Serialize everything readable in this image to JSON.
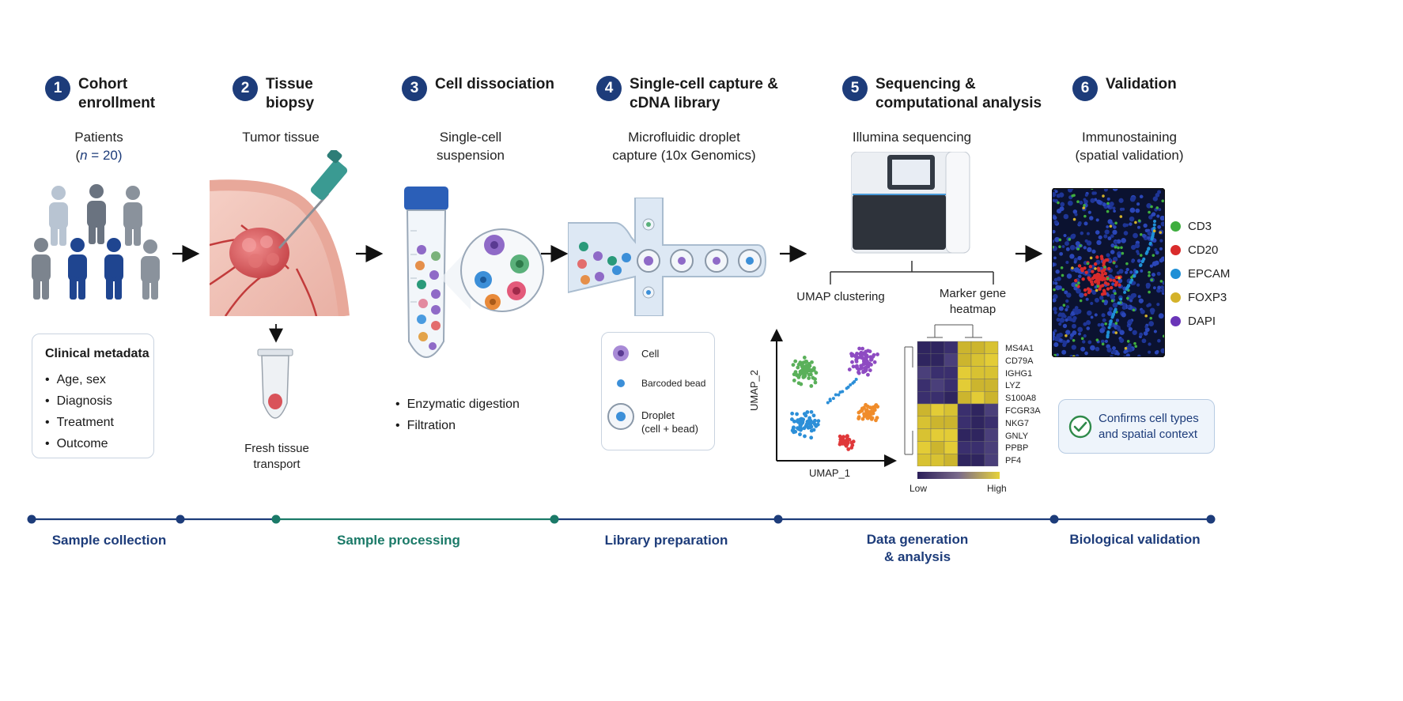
{
  "steps": [
    {
      "number": "1",
      "title_line1": "Cohort",
      "title_line2": "enrollment"
    },
    {
      "number": "2",
      "title_line1": "Tissue",
      "title_line2": "biopsy"
    },
    {
      "number": "3",
      "title_line1": "Cell dissociation",
      "title_line2": ""
    },
    {
      "number": "4",
      "title_line1": "Single-cell capture &",
      "title_line2": "cDNA library"
    },
    {
      "number": "5",
      "title_line1": "Sequencing &",
      "title_line2": "computational analysis"
    },
    {
      "number": "6",
      "title_line1": "Validation",
      "title_line2": ""
    }
  ],
  "step1": {
    "subtitle": "Patients",
    "n_symbol": "n",
    "n_value": " = 20",
    "metadata_title": "Clinical metadata",
    "metadata_items": [
      "Age, sex",
      "Diagnosis",
      "Treatment",
      "Outcome"
    ]
  },
  "step2": {
    "subtitle": "Tumor tissue",
    "transport_line1": "Fresh tissue",
    "transport_line2": "transport"
  },
  "step3": {
    "subtitle_line1": "Single-cell",
    "subtitle_line2": "suspension",
    "bullets": [
      "Enzymatic digestion",
      "Filtration"
    ]
  },
  "step4": {
    "subtitle_line1": "Microfluidic droplet",
    "subtitle_line2": "capture (10x Genomics)",
    "legend": {
      "cell": "Cell",
      "bead": "Barcoded bead",
      "droplet_line1": "Droplet",
      "droplet_line2": "(cell + bead)"
    }
  },
  "step5": {
    "subtitle": "Illumina sequencing",
    "umap_label": "UMAP clustering",
    "heatmap_label_line1": "Marker gene",
    "heatmap_label_line2": "heatmap",
    "umap_x": "UMAP_1",
    "umap_y": "UMAP_2",
    "genes": [
      "MS4A1",
      "CD79A",
      "IGHG1",
      "LYZ",
      "S100A8",
      "FCGR3A",
      "NKG7",
      "GNLY",
      "PPBP",
      "PF4"
    ],
    "scale_low": "Low",
    "scale_high": "High"
  },
  "step6": {
    "subtitle_line1": "Immunostaining",
    "subtitle_line2": "(spatial validation)",
    "markers": [
      {
        "name": "CD3",
        "color": "#3fae3f"
      },
      {
        "name": "CD20",
        "color": "#d92b2b"
      },
      {
        "name": "EPCAM",
        "color": "#1f8fd6"
      },
      {
        "name": "FOXP3",
        "color": "#d4b22a"
      },
      {
        "name": "DAPI",
        "color": "#6a35b8"
      }
    ],
    "confirm_line1": "Confirms cell types",
    "confirm_line2": "and spatial context"
  },
  "phases": [
    {
      "label": "Sample collection",
      "label2": "",
      "color": "#1d3c7a"
    },
    {
      "label": "Sample processing",
      "label2": "",
      "color": "#1b7a68"
    },
    {
      "label": "Library preparation",
      "label2": "",
      "color": "#1d3c7a"
    },
    {
      "label": "Data generation",
      "label2": "& analysis",
      "color": "#1d3c7a"
    },
    {
      "label": "Biological validation",
      "label2": "",
      "color": "#1d3c7a"
    }
  ],
  "colors": {
    "accent": "#1d3c7a",
    "teal": "#1b7a68"
  }
}
